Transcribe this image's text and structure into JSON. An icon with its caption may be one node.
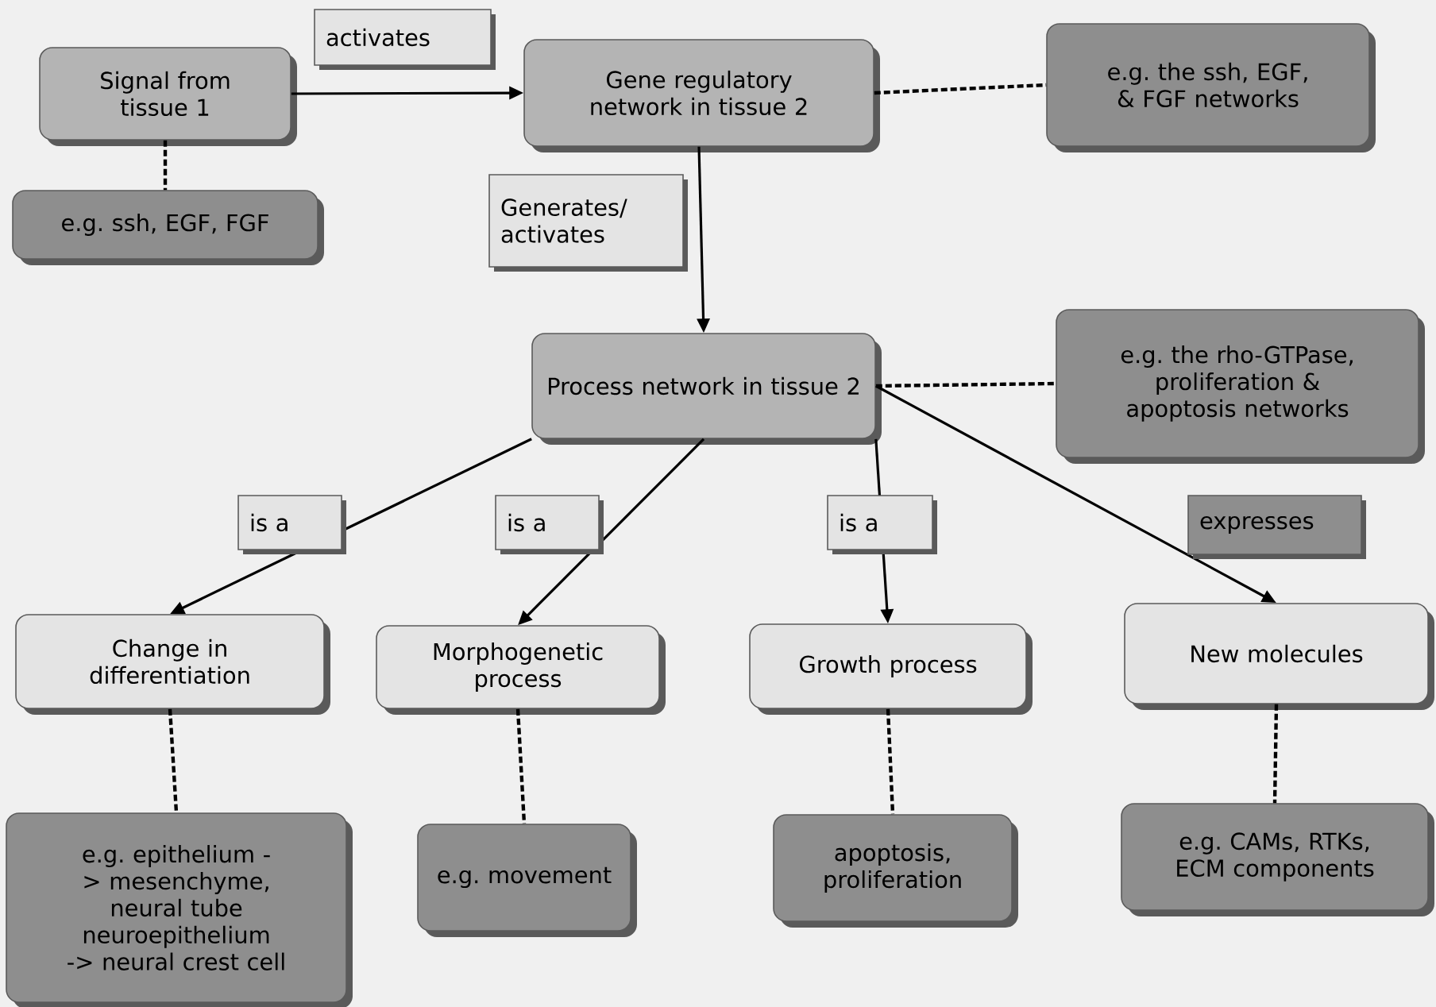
{
  "diagram": {
    "nodes": [
      {
        "text": [
          "Signal from tissue 1"
        ]
      },
      {
        "text": [
          "Gene regulatory network in tissue 2"
        ]
      },
      {
        "text": [
          "e.g. the ssh, EGF, & FGF networks"
        ]
      },
      {
        "text": [
          "e.g. ssh, EGF, FGF"
        ]
      },
      {
        "text": [
          "Process network in tissue 2"
        ]
      },
      {
        "text": [
          "e.g. the rho-GTPase, proliferation & apoptosis networks"
        ]
      },
      {
        "text": [
          "Change in differentiation"
        ]
      },
      {
        "text": [
          "Morphogenetic process"
        ]
      },
      {
        "text": [
          "Growth process"
        ]
      },
      {
        "text": [
          "New molecules"
        ]
      },
      {
        "text": [
          "e.g. epithelium -> mesenchyme, neural tube neuroepithelium -> neural crest cell"
        ]
      },
      {
        "text": [
          "e.g. movement"
        ]
      },
      {
        "text": [
          "apoptosis, proliferation"
        ]
      },
      {
        "text": [
          "e.g. CAMs, RTKs, ECM components"
        ]
      }
    ],
    "edges": [
      {
        "from": 0,
        "to": 1,
        "arrow": "to",
        "label": "activates"
      },
      {
        "from": 0,
        "to": 3,
        "arrow": "none",
        "style": "dashed"
      },
      {
        "from": 1,
        "to": 2,
        "arrow": "none",
        "style": "dashed"
      },
      {
        "from": 1,
        "to": 4,
        "arrow": "to",
        "label": "Generates/ activates"
      },
      {
        "from": 4,
        "to": 5,
        "arrow": "none",
        "style": "dashed"
      },
      {
        "from": 4,
        "to": 6,
        "arrow": "to",
        "label": "is a"
      },
      {
        "from": 4,
        "to": 7,
        "arrow": "to",
        "label": "is a"
      },
      {
        "from": 4,
        "to": 8,
        "arrow": "to",
        "label": "is a"
      },
      {
        "from": 4,
        "to": 9,
        "arrow": "to",
        "label": "expresses"
      },
      {
        "from": 6,
        "to": 10,
        "arrow": "none",
        "style": "dashed"
      },
      {
        "from": 7,
        "to": 11,
        "arrow": "none",
        "style": "dashed"
      },
      {
        "from": 8,
        "to": 12,
        "arrow": "none",
        "style": "dashed"
      },
      {
        "from": 9,
        "to": 13,
        "arrow": "none",
        "style": "dashed"
      }
    ]
  }
}
